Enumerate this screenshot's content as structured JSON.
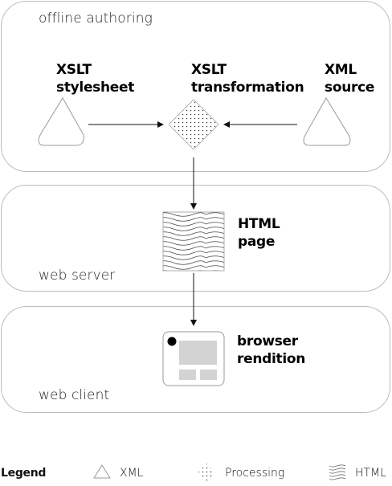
{
  "panels": {
    "offline": "offline authoring",
    "server": "web server",
    "client": "web client"
  },
  "nodes": {
    "xslt_stylesheet": [
      "XSLT",
      "stylesheet"
    ],
    "xslt_transformation": [
      "XSLT",
      "transformation"
    ],
    "xml_source": [
      "XML",
      "source"
    ],
    "html_page": [
      "HTML",
      "page"
    ],
    "browser_rendition": [
      "browser",
      "rendition"
    ]
  },
  "legend": {
    "title": "Legend",
    "xml": "XML",
    "processing": "Processing",
    "html": "HTML"
  }
}
